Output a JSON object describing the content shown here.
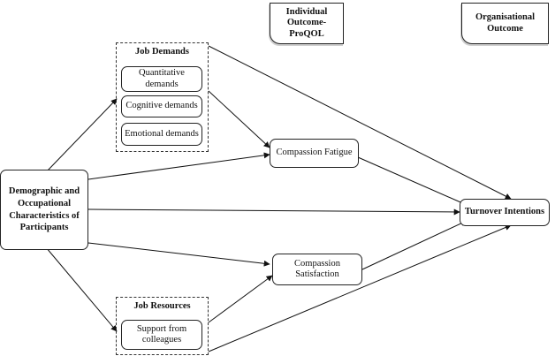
{
  "headers": {
    "individual": "Individual Outcome- ProQOL",
    "organisational": "Organisational Outcome"
  },
  "nodes": {
    "demographics": "Demographic and Occupational Characteristics of Participants",
    "compassion_fatigue": "Compassion Fatigue",
    "compassion_satisfaction": "Compassion Satisfaction",
    "turnover_intentions": "Turnover Intentions"
  },
  "job_demands": {
    "title": "Job Demands",
    "items": [
      "Quantitative demands",
      "Cognitive demands",
      "Emotional demands"
    ]
  },
  "job_resources": {
    "title": "Job Resources",
    "items": [
      "Support from colleagues"
    ]
  }
}
